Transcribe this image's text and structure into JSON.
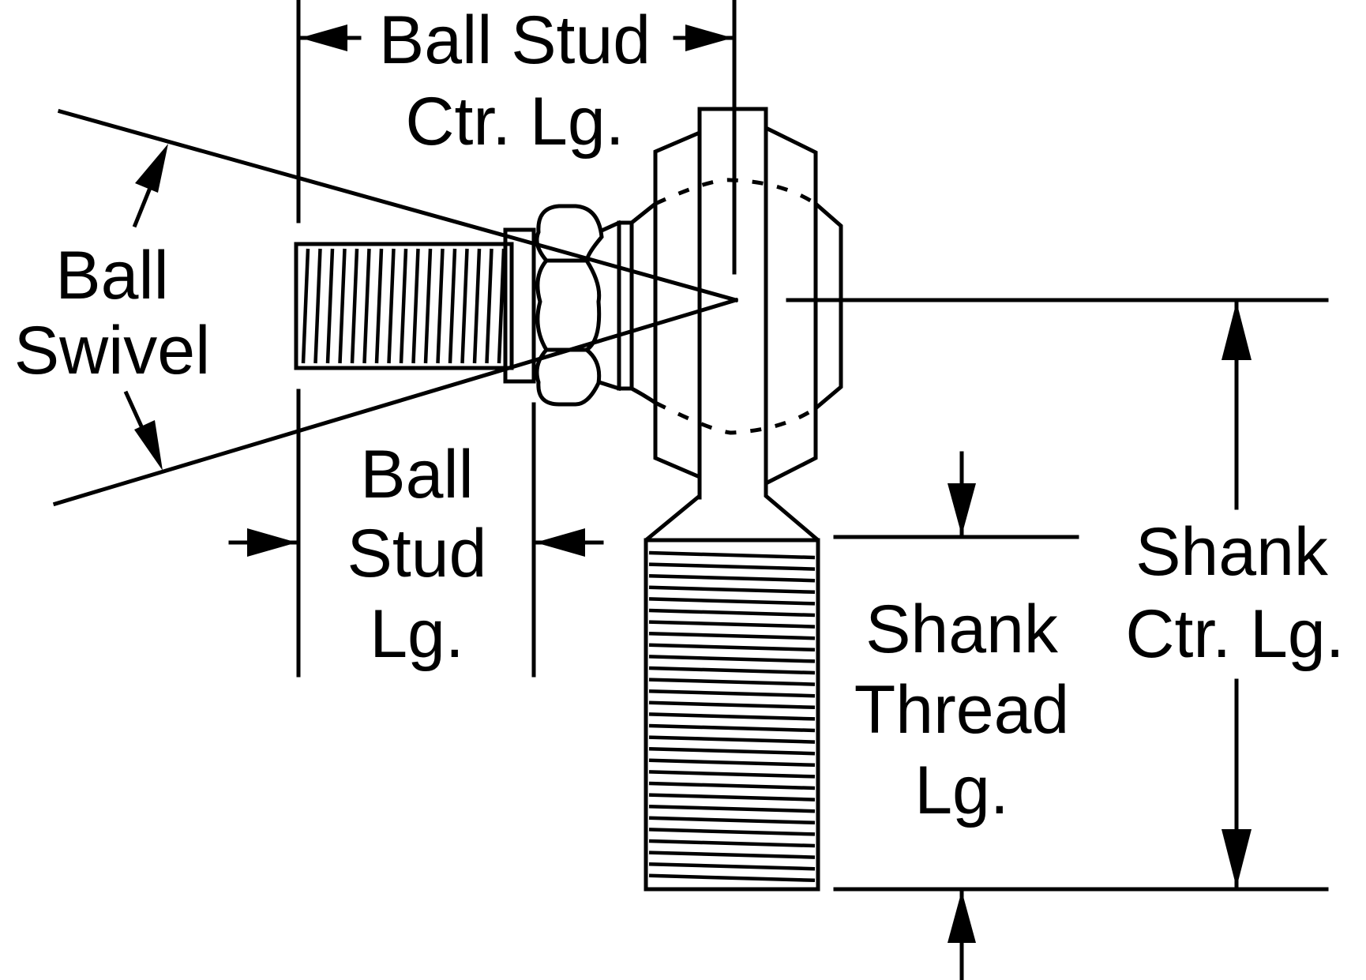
{
  "labels": {
    "ball_stud_ctr_lg": {
      "line1": "Ball Stud",
      "line2": "Ctr. Lg."
    },
    "ball_swivel": {
      "line1": "Ball",
      "line2": "Swivel"
    },
    "ball_stud_lg": {
      "line1": "Ball",
      "line2": "Stud",
      "line3": "Lg."
    },
    "shank_thread_lg": {
      "line1": "Shank",
      "line2": "Thread",
      "line3": "Lg."
    },
    "shank_ctr_lg": {
      "line1": "Shank",
      "line2": "Ctr. Lg."
    }
  },
  "colors": {
    "line": "#000000",
    "background": "#ffffff"
  }
}
